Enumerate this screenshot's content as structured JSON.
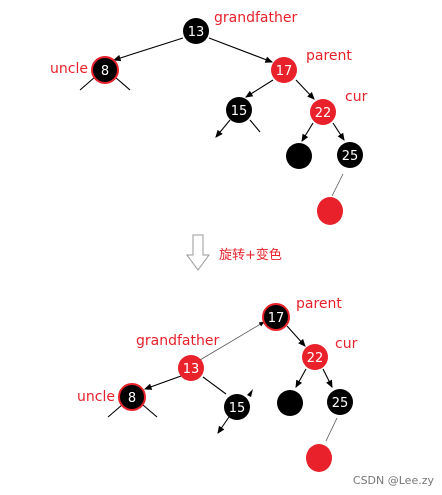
{
  "top": {
    "grandfather_label": "grandfather",
    "parent_label": "parent",
    "uncle_label": "uncle",
    "cur_label": "cur",
    "nodes": {
      "n13": "13",
      "n8": "8",
      "n17": "17",
      "n15": "15",
      "n22": "22",
      "n25": "25"
    }
  },
  "transition": {
    "caption": "旋转+变色",
    "arrow_icon": "down-arrow-icon"
  },
  "bottom": {
    "parent_label": "parent",
    "grandfather_label": "grandfather",
    "uncle_label": "uncle",
    "cur_label": "cur",
    "nodes": {
      "n17": "17",
      "n13": "13",
      "n22": "22",
      "n8": "8",
      "n15": "15",
      "n25": "25"
    }
  },
  "watermark": "CSDN @Lee.zy",
  "colors": {
    "red_node": "#e8212b",
    "black_node": "#000000",
    "label_red": "#e8212b"
  }
}
